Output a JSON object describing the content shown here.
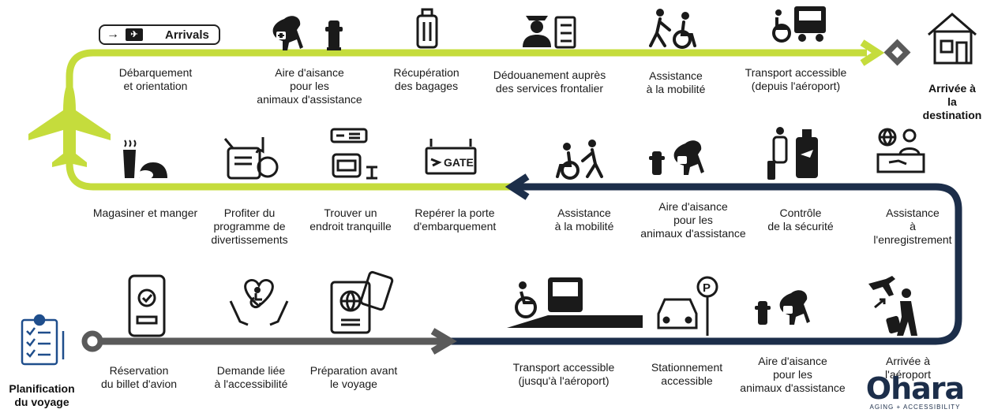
{
  "colors": {
    "green": "#c5dc3c",
    "navy": "#1c2e4a",
    "grey": "#5a5a5a",
    "icon": "#1a1a1a"
  },
  "start": {
    "label": "Planification\ndu voyage"
  },
  "end": {
    "label": "Arrivée à la\ndestination"
  },
  "arrivals_sign": {
    "text": "Arrivals"
  },
  "row1": [
    {
      "label": "Débarquement\net orientation",
      "icon": "arrivals-sign-icon"
    },
    {
      "label": "Aire d'aisance\npour les\nanimaux d'assistance",
      "icon": "service-dog-hydrant-icon"
    },
    {
      "label": "Récupération\ndes bagages",
      "icon": "luggage-icon"
    },
    {
      "label": "Dédouanement auprès\ndes services frontalier",
      "icon": "customs-officer-icon"
    },
    {
      "label": "Assistance\nà la mobilité",
      "icon": "wheelchair-assist-icon"
    },
    {
      "label": "Transport accessible\n(depuis l'aéroport)",
      "icon": "accessible-bus-icon"
    }
  ],
  "row2": [
    {
      "label": "Magasiner et manger",
      "icon": "food-icon"
    },
    {
      "label": "Profiter du\nprogramme de\ndivertissements",
      "icon": "entertainment-icon"
    },
    {
      "label": "Trouver un\nendroit tranquille",
      "icon": "quiet-area-icon"
    },
    {
      "label": "Repérer la porte\nd'embarquement",
      "icon": "gate-icon"
    },
    {
      "label": "Assistance\nà la mobilité",
      "icon": "wheelchair-assist-icon"
    },
    {
      "label": "Aire d'aisance\npour les\nanimaux d'assistance",
      "icon": "service-dog-hydrant-icon"
    },
    {
      "label": "Contrôle\nde la sécurité",
      "icon": "security-check-icon"
    },
    {
      "label": "Assistance\nà l'enregistrement",
      "icon": "check-in-desk-icon"
    }
  ],
  "row3": [
    {
      "label": "Réservation\ndu billet d'avion",
      "icon": "phone-booking-icon"
    },
    {
      "label": "Demande liée\nà l'accessibilité",
      "icon": "accessibility-hands-icon"
    },
    {
      "label": "Préparation avant\nle voyage",
      "icon": "passport-icon"
    },
    {
      "label": "Transport accessible\n(jusqu'à l'aéroport)",
      "icon": "accessible-bus-ramp-icon"
    },
    {
      "label": "Stationnement\naccessible",
      "icon": "parking-icon"
    },
    {
      "label": "Aire d'aisance\npour les\nanimaux d'assistance",
      "icon": "service-dog-hydrant-icon"
    },
    {
      "label": "Arrivée à l'aéroport",
      "icon": "traveler-arrival-icon"
    }
  ],
  "brand": {
    "name": "Ohara",
    "tagline": "AGING + ACCESSIBILITY"
  }
}
